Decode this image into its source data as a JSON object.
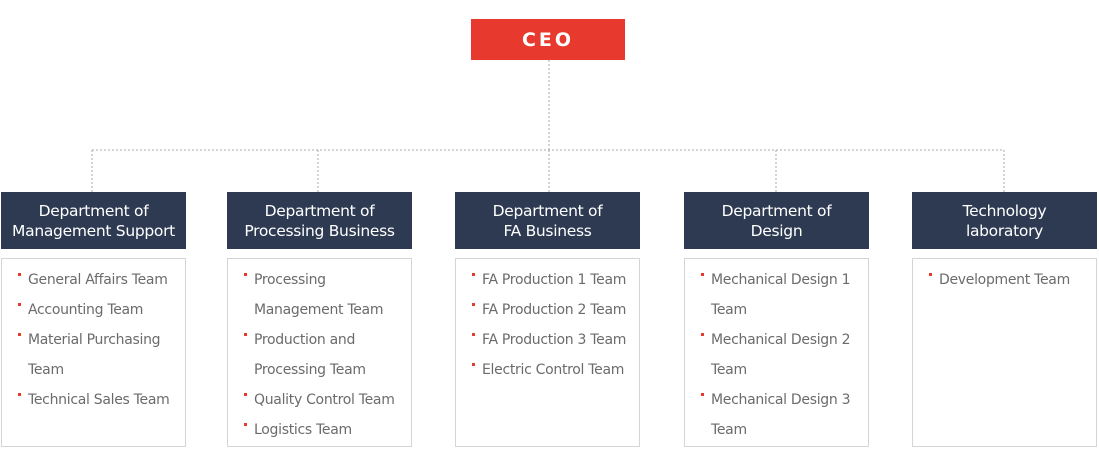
{
  "ceo": {
    "label": "CEO"
  },
  "colors": {
    "ceo_bg": "#e8392f",
    "dept_bg": "#2d3a52",
    "bullet": "#e8392f",
    "team_text": "#6b6b6b",
    "connector": "#aaaaaa"
  },
  "departments": [
    {
      "name_lines": [
        "Department of",
        "Management Support"
      ],
      "teams": [
        [
          "General Affairs Team"
        ],
        [
          "Accounting Team"
        ],
        [
          "Material Purchasing",
          "Team"
        ],
        [
          "Technical Sales Team"
        ]
      ]
    },
    {
      "name_lines": [
        "Department of",
        "Processing Business"
      ],
      "teams": [
        [
          "Processing",
          "Management Team"
        ],
        [
          "Production and",
          "Processing Team"
        ],
        [
          "Quality Control Team"
        ],
        [
          "Logistics Team"
        ]
      ]
    },
    {
      "name_lines": [
        "Department of",
        "FA Business"
      ],
      "teams": [
        [
          "FA Production 1 Team"
        ],
        [
          "FA Production 2 Team"
        ],
        [
          "FA Production 3 Team"
        ],
        [
          "Electric Control Team"
        ]
      ]
    },
    {
      "name_lines": [
        "Department of",
        "Design"
      ],
      "teams": [
        [
          "Mechanical Design 1",
          "Team"
        ],
        [
          "Mechanical Design 2",
          "Team"
        ],
        [
          "Mechanical Design 3",
          "Team"
        ]
      ]
    },
    {
      "name_lines": [
        "Technology",
        "laboratory"
      ],
      "teams": [
        [
          "Development Team"
        ]
      ]
    }
  ]
}
